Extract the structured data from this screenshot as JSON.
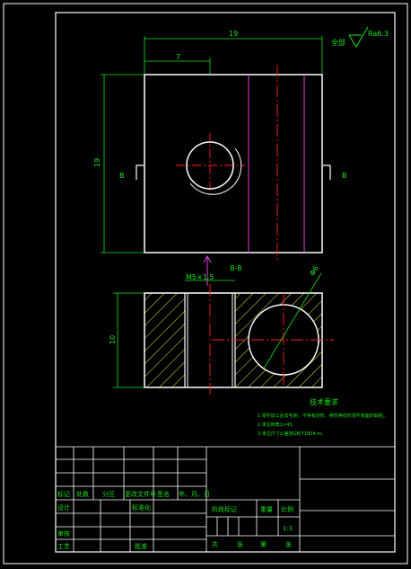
{
  "surface_finish": {
    "prefix": "全部",
    "value": "Ra6.3"
  },
  "dimensions": {
    "top_width": "19",
    "hole_offset": "7",
    "side_height": "19",
    "section_height": "10",
    "thread": "M5×1.5",
    "hole_diameter": "Φ6"
  },
  "section_marks": {
    "left": "B",
    "right": "B",
    "view_label": "B-B"
  },
  "technical_requirements": {
    "title": "技术要求",
    "lines": [
      "1.零件加工后去毛刺，不得有划伤、擦伤等损伤零件表面的缺陷。",
      "2.未注倒角1×45。",
      "3.未注尺寸公差按GB/T1804-m。"
    ]
  },
  "title_block": {
    "header": [
      "标记",
      "处数",
      "分区",
      "更改文件号",
      "签名",
      "年、月、日"
    ],
    "row_design": [
      "设计",
      "标准化"
    ],
    "row_review": "审核",
    "row_process": [
      "工艺",
      "批准"
    ],
    "stage_headers": [
      "阶段标记",
      "重量",
      "比例"
    ],
    "scale": "1:1",
    "sheets": [
      "共",
      "张",
      "第",
      "张"
    ]
  },
  "colors": {
    "background": "#000000",
    "outline": "#ffffff",
    "dimension": "#16e316",
    "centerline": "#ff2020",
    "hidden": "#e040e0",
    "hatch": "#e8e830"
  }
}
